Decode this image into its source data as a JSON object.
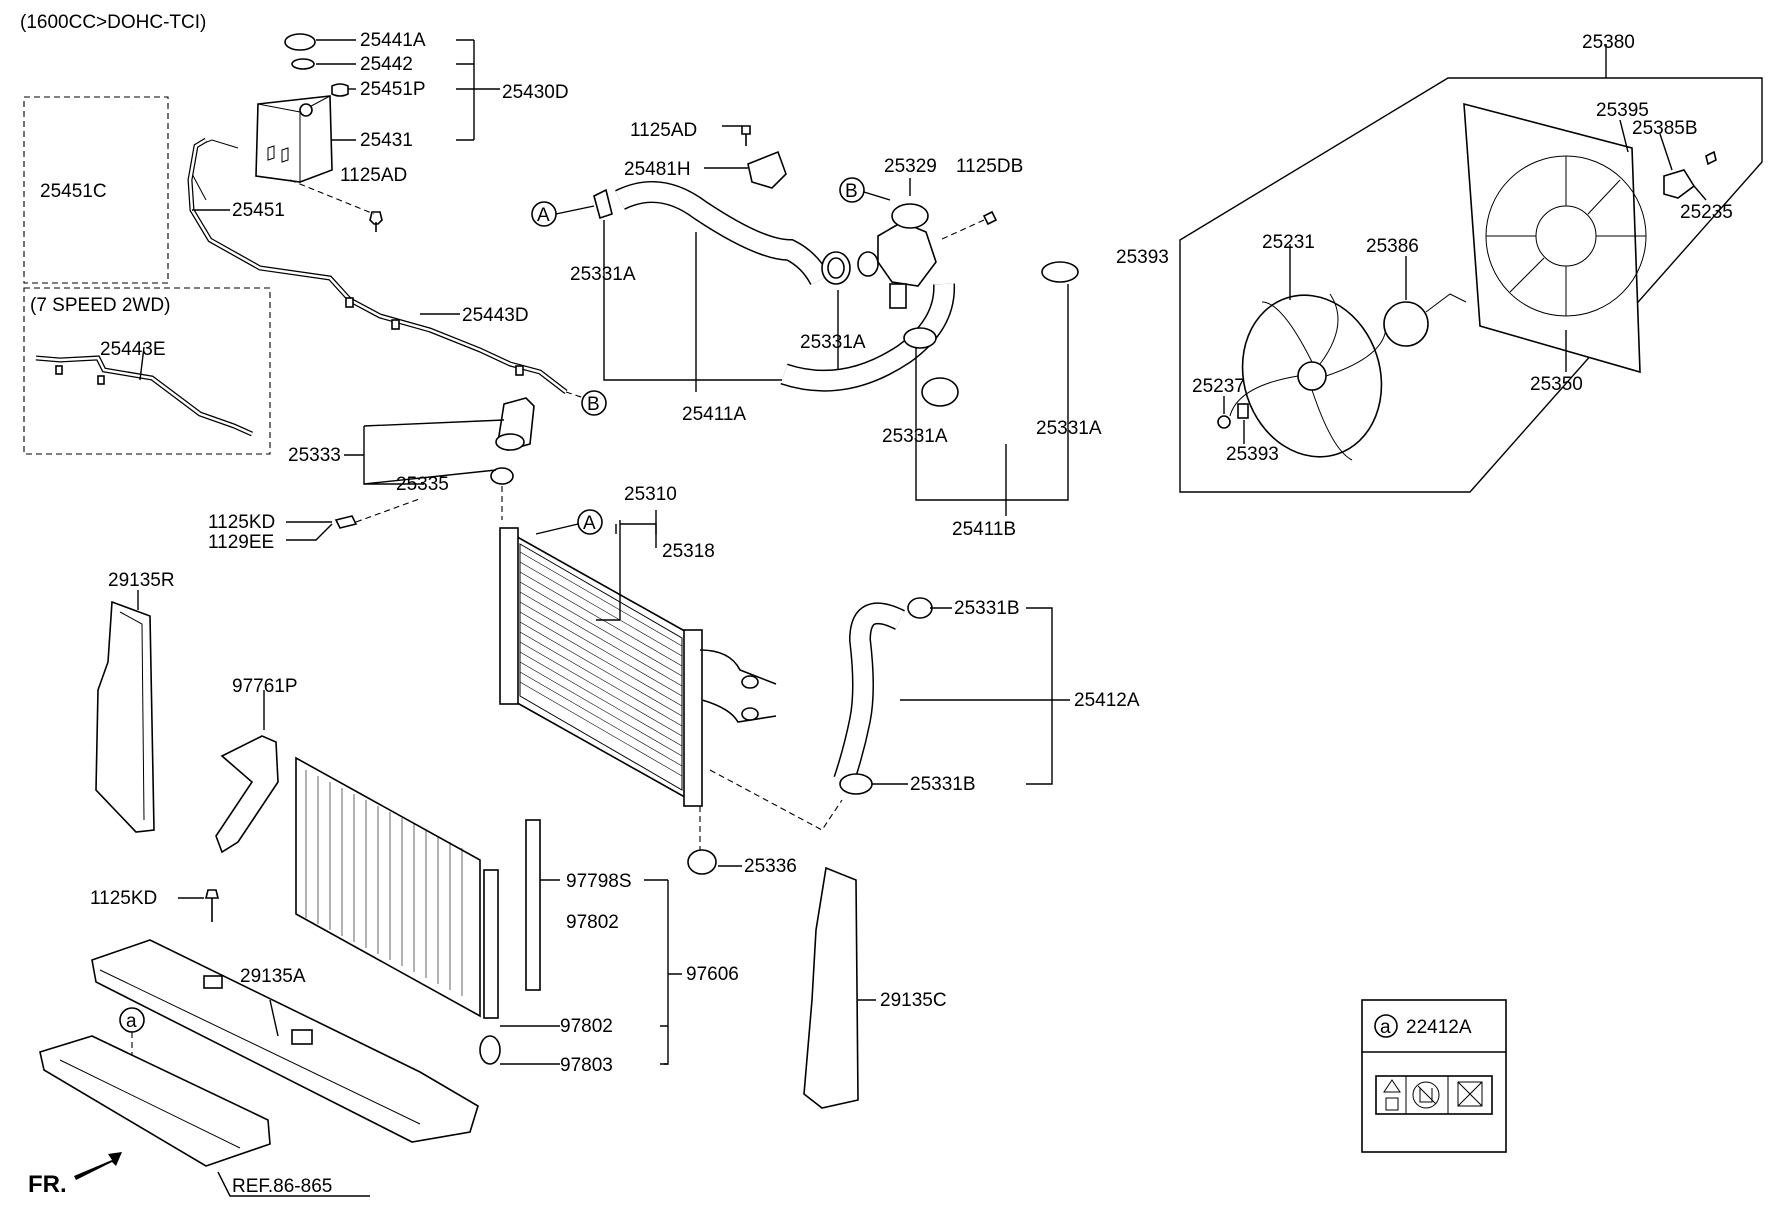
{
  "labels": {
    "engine": "(1600CC>DOHC-TCI)",
    "speed": "(7 SPEED 2WD)",
    "p25441A": "25441A",
    "p25442": "25442",
    "p25451P": "25451P",
    "p25430D": "25430D",
    "p25431": "25431",
    "p1125AD_a": "1125AD",
    "p25451C": "25451C",
    "p25451": "25451",
    "p25443D": "25443D",
    "p25443E": "25443E",
    "p1125AD_b": "1125AD",
    "p25481H": "25481H",
    "p25329": "25329",
    "p1125DB": "1125DB",
    "p25331A_1": "25331A",
    "p25331A_2": "25331A",
    "p25331A_3": "25331A",
    "p25331A_4": "25331A",
    "p25411A": "25411A",
    "p25411B": "25411B",
    "p25333": "25333",
    "p25335": "25335",
    "p1125KD_a": "1125KD",
    "p1129EE": "1129EE",
    "p25310": "25310",
    "p25318": "25318",
    "p25331B_1": "25331B",
    "p25331B_2": "25331B",
    "p25412A": "25412A",
    "p25336": "25336",
    "p29135R": "29135R",
    "p97761P": "97761P",
    "p1125KD_b": "1125KD",
    "p29135A": "29135A",
    "p97798S": "97798S",
    "p97802_a": "97802",
    "p97802_b": "97802",
    "p97803": "97803",
    "p97606": "97606",
    "p29135C": "29135C",
    "p25380": "25380",
    "p25395": "25395",
    "p25385B": "25385B",
    "p25235": "25235",
    "p25393_a": "25393",
    "p25231": "25231",
    "p25386": "25386",
    "p25237": "25237",
    "p25393_b": "25393",
    "p25350": "25350",
    "p22412A": "22412A",
    "ref": "REF.86-865",
    "fr": "FR.",
    "circleA": "A",
    "circleB": "B",
    "circleSmallA": "a"
  }
}
